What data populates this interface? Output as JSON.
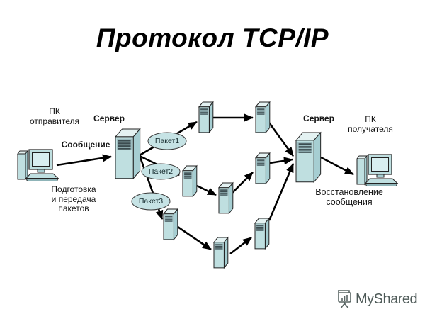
{
  "title": "Протокол TCP/IP",
  "colors": {
    "device_front": "#bfdfe0",
    "device_top": "#e4f2f2",
    "device_side": "#a6ced2",
    "vent": "#3c4c50",
    "outline": "#222222",
    "arrow": "#000000",
    "watermark_gray": "#4e5a58"
  },
  "icons": {
    "sender_pc": "desktop-computer-icon",
    "receiver_pc": "desktop-computer-icon",
    "servers": "server-tower-icon",
    "watermark": "presentation-screen-icon"
  },
  "diagram": {
    "sender_pc": {
      "line1": "ПК",
      "line2": "отправителя"
    },
    "server_left": "Сервер",
    "message": "Сообщение",
    "prepare": {
      "line1": "Подготовка",
      "line2": "и передача",
      "line3": "пакетов"
    },
    "packets": [
      {
        "label": "Пакет1"
      },
      {
        "label": "Пакет2"
      },
      {
        "label": "Пакет3"
      }
    ],
    "server_right": "Сервер",
    "receiver_pc": {
      "line1": "ПК",
      "line2": "получателя"
    },
    "restore": {
      "line1": "Восстановление",
      "line2": "сообщения"
    }
  },
  "watermark": {
    "brand": "MyShared"
  }
}
